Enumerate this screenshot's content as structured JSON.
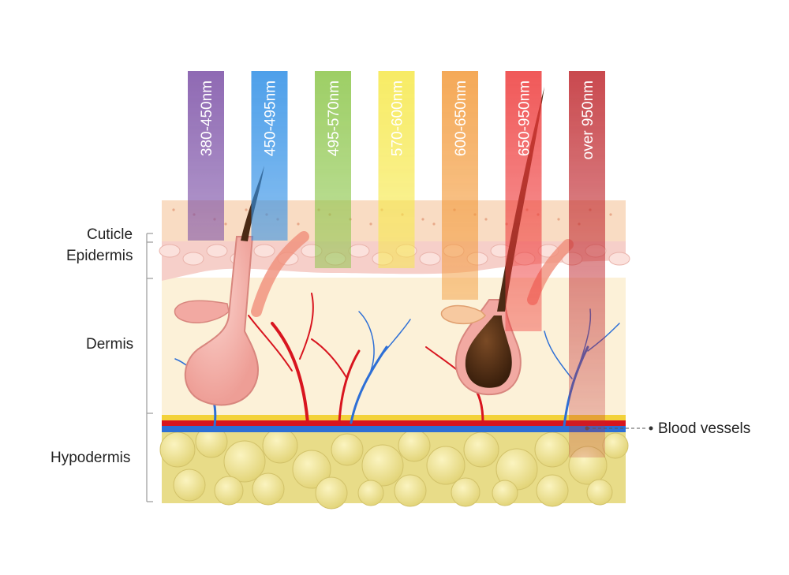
{
  "layers": {
    "cuticle": "Cuticle",
    "epidermis": "Epidermis",
    "dermis": "Dermis",
    "hypodermis": "Hypodermis"
  },
  "callout": {
    "blood_vessels": "Blood vessels"
  },
  "wavelength_bands": [
    {
      "label": "380-450nm",
      "color": "#7b4fa6"
    },
    {
      "label": "450-495nm",
      "color": "#2f8fe6"
    },
    {
      "label": "495-570nm",
      "color": "#8cc64a"
    },
    {
      "label": "570-600nm",
      "color": "#f6e84a"
    },
    {
      "label": "600-650nm",
      "color": "#f39a3a"
    },
    {
      "label": "650-950nm",
      "color": "#ee3b3b"
    },
    {
      "label": "over  950nm",
      "color": "#c0292f"
    }
  ],
  "colors": {
    "cuticle": "#f9d9c0",
    "epidermis": "#f6cfc9",
    "dermis": "#fcf1d8",
    "fat": "#e9df8f",
    "artery": "#d8151f",
    "vein": "#2d6fd6",
    "hair_dark": "#4a2a14",
    "follicle": "#f2a9a2"
  }
}
